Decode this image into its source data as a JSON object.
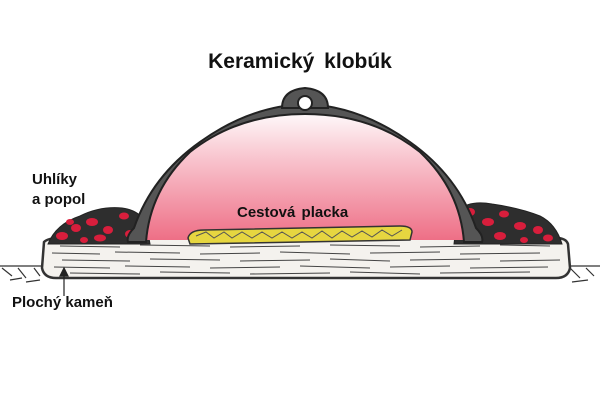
{
  "diagram": {
    "title": "Keramický klobúk",
    "labels": {
      "coals_line1": "Uhlíky",
      "coals_line2": "a popol",
      "flat_stone": "Plochý kameň",
      "flatbread": "Cestová placka"
    },
    "colors": {
      "dome_outline": "#555555",
      "dome_fill_top": "#ffffff",
      "dome_fill_bottom": "#ee6f86",
      "coal_dark": "#2e2e2e",
      "coal_red": "#d81e3c",
      "flatbread": "#e6d640",
      "stone_fill": "#f4f2ee",
      "stroke": "#333333"
    },
    "icons": [
      "ceramic-dome-icon",
      "hanging-ring-icon",
      "coal-pile-icon",
      "flat-stone-icon",
      "flatbread-icon"
    ]
  }
}
